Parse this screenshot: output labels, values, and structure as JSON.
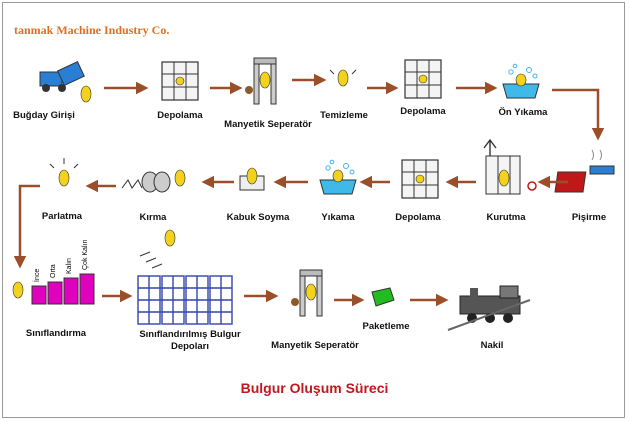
{
  "company": "tanmak Machine Industry Co.",
  "title": "Bulgur Oluşum Süreci",
  "steps": {
    "bugday_girisi": "Buğday Girişi",
    "depolama_1": "Depolama",
    "manyetik_seperator_1": "Manyetik Seperatör",
    "temizleme": "Temizleme",
    "depolama_2": "Depolama",
    "on_yikama": "Ön Yıkama",
    "pisirme": "Pişirme",
    "kurutma": "Kurutma",
    "depolama_3": "Depolama",
    "yikama": "Yıkama",
    "kabuk_soyma": "Kabuk Soyma",
    "kirma": "Kırma",
    "parlatma": "Parlatma",
    "siniflandirma": "Sınıflandırma",
    "siniflandirilmis_bulgur_depolari": "Sınıflandırılmış Bulgur Depoları",
    "manyetik_seperator_2": "Manyetik Seperatör",
    "paketleme": "Paketleme",
    "nakil": "Nakil"
  },
  "sieve_labels": [
    "İnce",
    "Orta",
    "Kalın",
    "Çok Kalın"
  ],
  "colors": {
    "arrow": "#9a4f2a",
    "company": "#e07020",
    "title": "#c0181c",
    "silo": "#3344aa",
    "sieve": "#e000c0",
    "truck": "#2a7fd4",
    "water": "#40b8e8",
    "package": "#22bb22"
  }
}
